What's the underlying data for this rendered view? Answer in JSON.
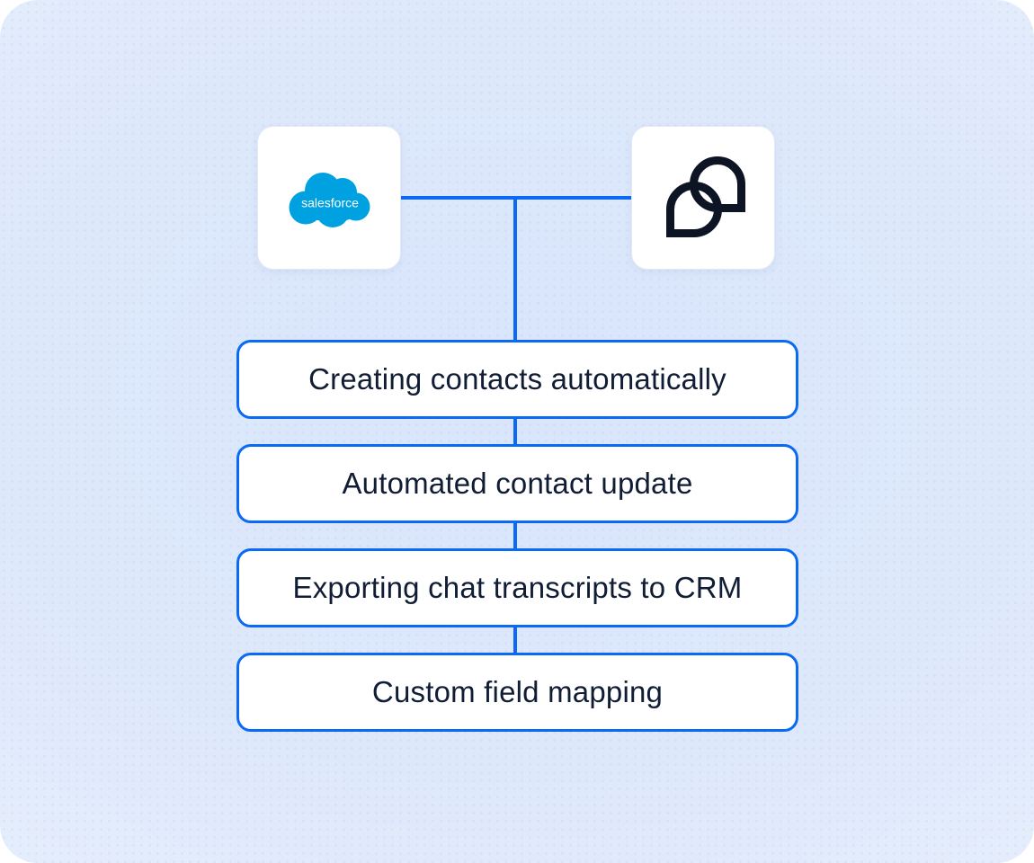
{
  "logos": {
    "salesforce_name": "Salesforce",
    "salesforce_wordmark": "salesforce",
    "smartsupp_name": "Smartsupp chat bubbles"
  },
  "features": [
    "Creating contacts automatically",
    "Automated contact update",
    "Exporting chat transcripts to CRM",
    "Custom field mapping"
  ],
  "colors": {
    "connector": "#0A69F5",
    "box_border": "#0A69F5",
    "text": "#101D35",
    "salesforce_blue": "#00A1E0",
    "logo_dark": "#0D1424",
    "card_bg": "#FFFFFF",
    "background_center": "#D8E5FB",
    "background_edge": "#EFF4FD"
  }
}
